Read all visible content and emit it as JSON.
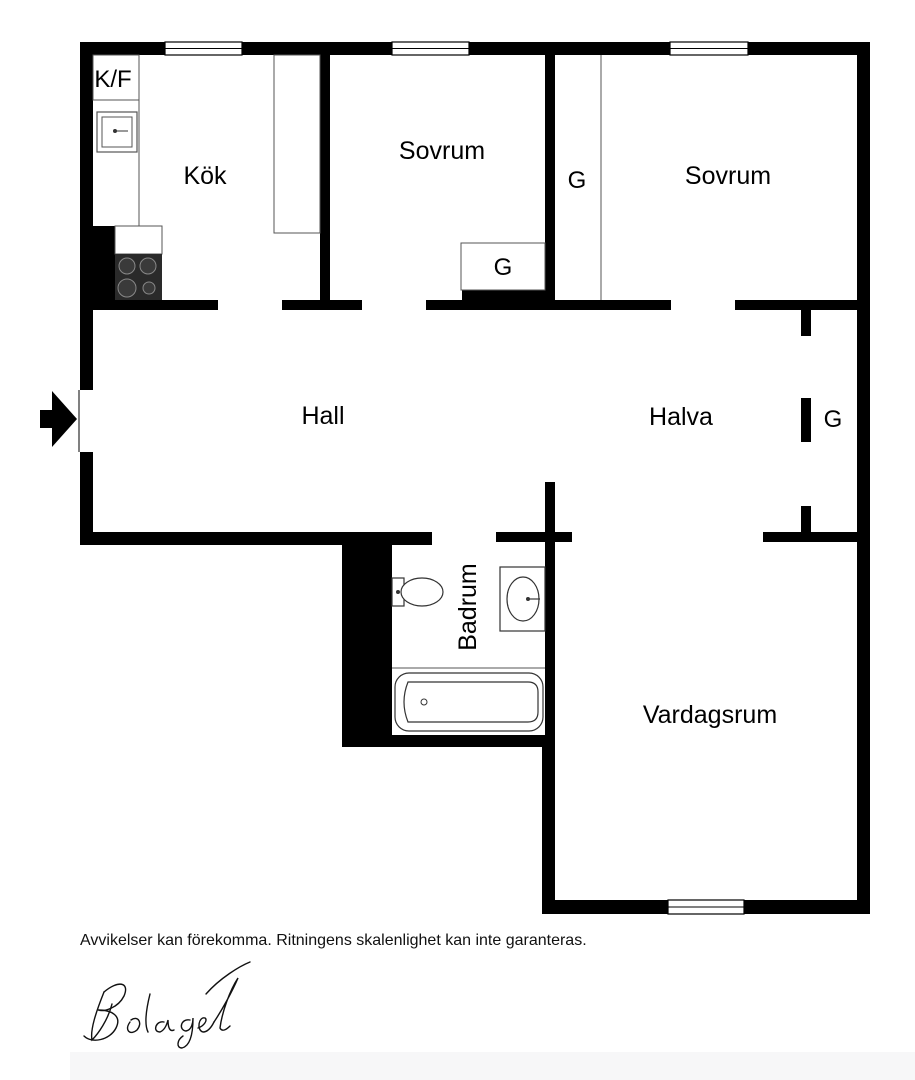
{
  "floorplan": {
    "rooms": {
      "kok": "Kök",
      "sovrum_1": "Sovrum",
      "sovrum_2": "Sovrum",
      "hall": "Hall",
      "halva": "Halva",
      "badrum": "Badrum",
      "vardagsrum": "Vardagsrum"
    },
    "labels": {
      "kf": "K/F",
      "garderob_1": "G",
      "garderob_2": "G",
      "garderob_3": "G"
    }
  },
  "disclaimer": "Avvikelser kan förekomma. Ritningens skalenlighet kan inte garanteras.",
  "logo_text": "Bolaget",
  "colors": {
    "wall": "#000000",
    "background": "#ffffff",
    "fixture_line": "#555555",
    "hob": "#2a2a2a"
  }
}
